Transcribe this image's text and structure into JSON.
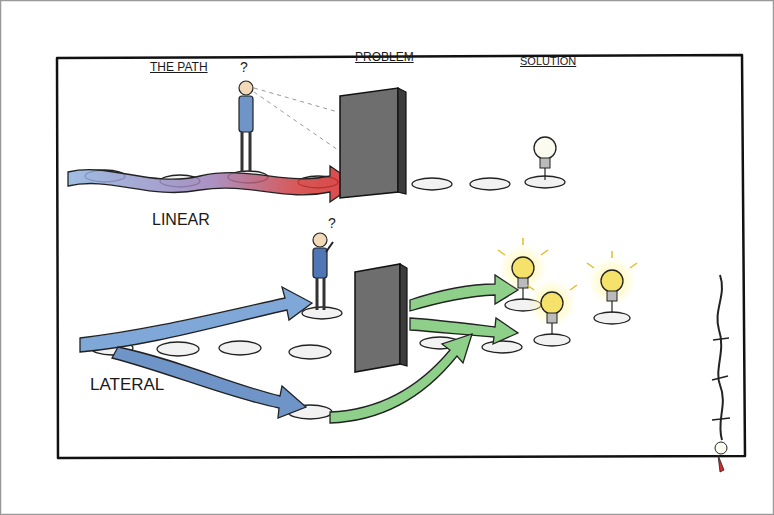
{
  "diagram": {
    "labels": [
      "THE PATH",
      "PROBLEM",
      "SOLUTION",
      "LINEAR",
      "LATERAL"
    ]
  }
}
